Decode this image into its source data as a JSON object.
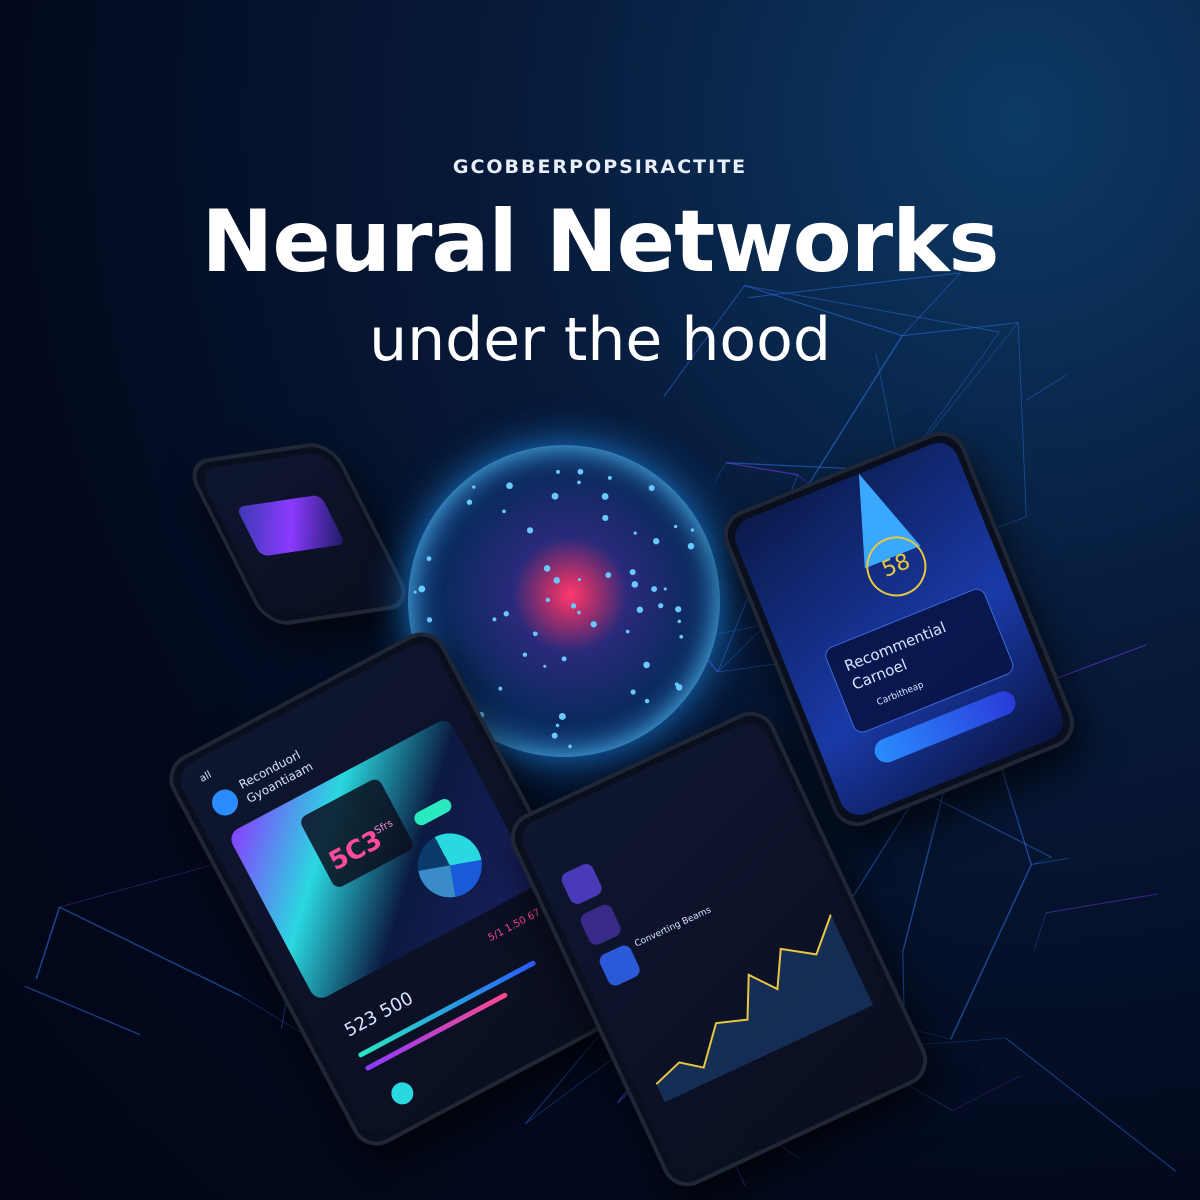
{
  "poster": {
    "brand": "GCOBBERPOPSIRACTITE",
    "title": "Neural Networks",
    "subtitle": "under the hood"
  },
  "phones": {
    "left": {
      "signal": "all",
      "heading_line1": "Reconduorl",
      "heading_line2": "Gyoantiaam",
      "big_value": "5C3",
      "big_unit": "Sfrs",
      "total": "523 500",
      "side_value": "5/1 1.50 67"
    },
    "right": {
      "card_line1": "Recommential",
      "card_line2": "Carnoel",
      "card_caption": "Carbitheap",
      "badge": "58"
    },
    "center": {
      "chart_label": "Converting Beams"
    }
  },
  "colors": {
    "background": "#030a1e",
    "accent_blue": "#2a8cff",
    "accent_pink": "#ff3a6e",
    "accent_cyan": "#2ad8e0",
    "accent_purple": "#8a3aff"
  }
}
